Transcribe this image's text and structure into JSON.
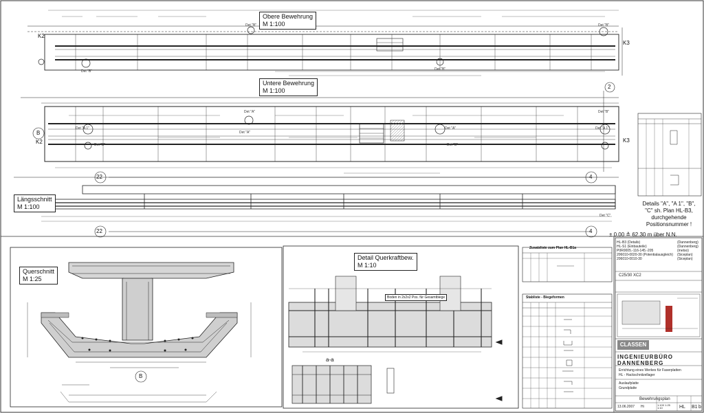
{
  "views": {
    "top_reinforcement": {
      "title": "Obere Bewehrung",
      "scale": "M 1:100"
    },
    "bottom_reinforcement": {
      "title": "Untere Bewehrung",
      "scale": "M 1:100"
    },
    "longitudinal_section": {
      "title": "Längsschnitt",
      "scale": "M 1:100"
    },
    "cross_section": {
      "title": "Querschnitt",
      "scale": "M 1:25"
    },
    "detail": {
      "title": "Detail Querkraftbew.",
      "scale": "M 1:10"
    },
    "section_aa": "a-a"
  },
  "axes": {
    "k2": "K2",
    "k3": "K3",
    "axis_22": "22",
    "axis_4": "4",
    "axis_2": "2",
    "axis_b": "B",
    "axis_b2": "B"
  },
  "details": {
    "det_a": "Det \"A\"",
    "det_b": "Det \"B\"",
    "det_a1": "Det \"A 1\"",
    "det_c": "Det \"C\""
  },
  "notes": {
    "details_ref": "Details \"A\", \"A 1\", \"B\", \"C\" sh. Plan HL-B3, durchgehende Positionsnummer !",
    "elevation": "± 0.00 ≙ 62.30 m über N.N.",
    "additive_plan": "Zusatzliste zum Plan HL-B1a",
    "stabliste": "Stabliste - Biegeformen",
    "detail_note": "Boden in 2x2x2 Pos. für Gesamtbiege"
  },
  "refplans": {
    "lines": [
      "HL-B3 (Details)",
      "HL-S1 (Einbauteile)",
      "P0R0005.-116-145.-205",
      "206010-0020-30 (Potentialausgleich)",
      "206010-0010-30"
    ],
    "right": [
      "(Dannenberg)",
      "(Dannenberg)",
      "(metso)",
      "(Siceplan)",
      "(Siceplan)"
    ]
  },
  "titleblock": {
    "concrete": "C25/30 XC2",
    "firm": "INGENIEURBÜRO DANNENBERG",
    "logo": "CLASSEN",
    "project": "Errichtung eines Werkes für Faserplatten",
    "subproject": "HL - Hackschnitzellager",
    "part1": "Auslaufplatte",
    "part2": "Grundplatte",
    "plan_type": "Bewehrungsplan",
    "scale_values": "1:100 1:25 1:10",
    "prefix": "HL",
    "plan_no": "B1",
    "rev": "b",
    "date": "13.06.2007",
    "drawn": "Hi"
  },
  "colors": {
    "line": "#222222",
    "hatch": "#bdbdbd",
    "accent": "#b0302a"
  }
}
